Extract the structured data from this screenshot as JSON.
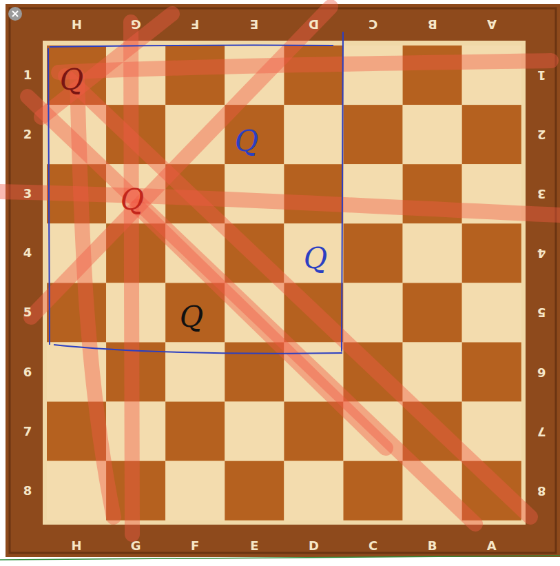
{
  "diagram": {
    "labels": [
      "H",
      "G",
      "F",
      "E",
      "D",
      "C",
      "B",
      "A",
      "1",
      "2",
      "3",
      "4",
      "5",
      "6",
      "7",
      "8",
      "1",
      "2",
      "3",
      "4",
      "5",
      "6",
      "7",
      "8",
      "H",
      "G",
      "F",
      "E",
      "D",
      "C",
      "B",
      "A",
      "Q",
      "Q",
      "Q",
      "Q",
      "Q"
    ]
  }
}
